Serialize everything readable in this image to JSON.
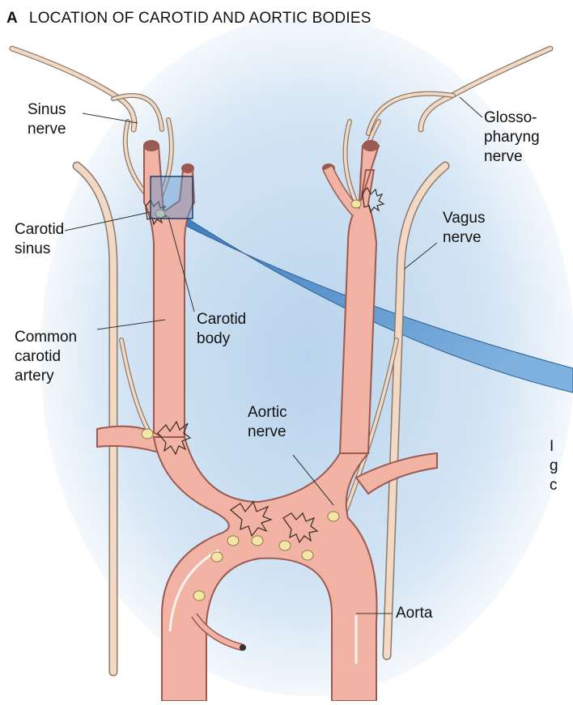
{
  "panel_letter": "A",
  "title": "LOCATION OF CAROTID AND AORTIC BODIES",
  "labels": {
    "sinus_nerve": [
      "Sinus",
      "nerve"
    ],
    "glossopharyngeal_nerve": [
      "Glosso-",
      "pharyng",
      "nerve"
    ],
    "vagus_nerve": [
      "Vagus",
      "nerve"
    ],
    "carotid_sinus": [
      "Carotid",
      "sinus"
    ],
    "carotid_body": [
      "Carotid",
      "body"
    ],
    "common_carotid_artery": [
      "Common",
      "carotid",
      "artery"
    ],
    "aortic_nerve": [
      "Aortic",
      "nerve"
    ],
    "aorta": "Aorta",
    "cut_right": [
      "I",
      "g",
      "c"
    ]
  },
  "colors": {
    "artery": "#f2b2a4",
    "artery_edge": "#9a5a52",
    "nerve": "#f3d9c4",
    "nerve_edge": "#8a7a6c",
    "chemoreceptor_body": "#f4e6a6",
    "background_glow": "#c7ddf0",
    "zoom_highlight": "#5f97cf"
  }
}
